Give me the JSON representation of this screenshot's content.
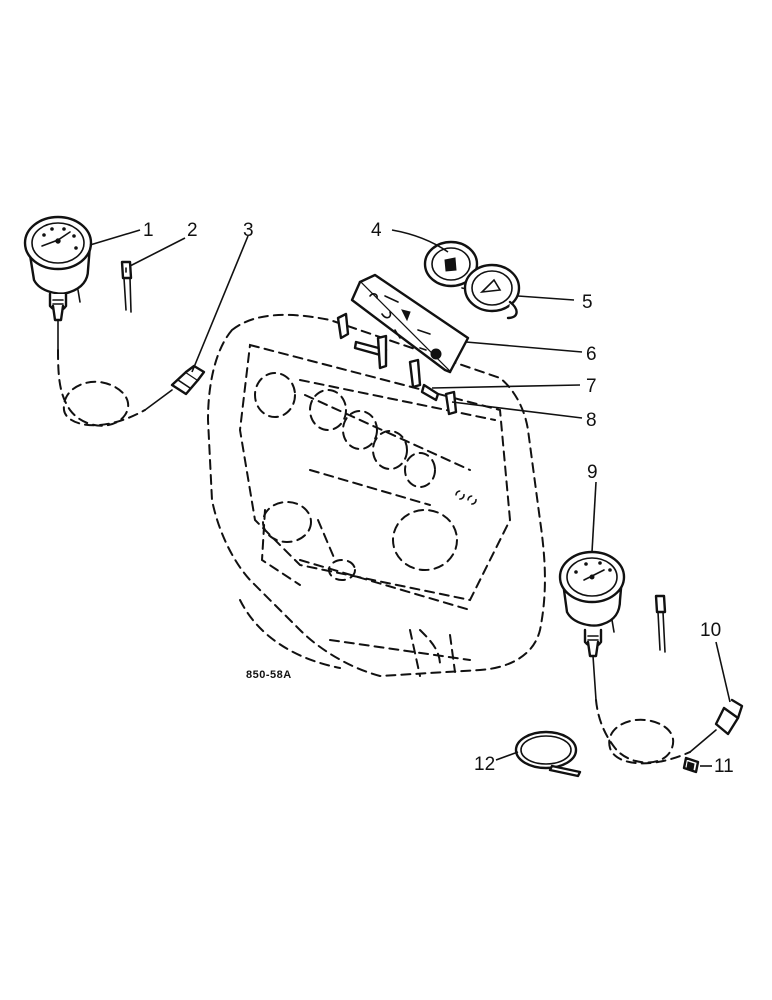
{
  "diagram": {
    "drawing_code": "850-58A",
    "callouts": [
      {
        "id": "1",
        "label": "1"
      },
      {
        "id": "2",
        "label": "2"
      },
      {
        "id": "3",
        "label": "3"
      },
      {
        "id": "4",
        "label": "4"
      },
      {
        "id": "5",
        "label": "5"
      },
      {
        "id": "6",
        "label": "6"
      },
      {
        "id": "7",
        "label": "7"
      },
      {
        "id": "8",
        "label": "8"
      },
      {
        "id": "9",
        "label": "9"
      },
      {
        "id": "10",
        "label": "10"
      },
      {
        "id": "11",
        "label": "11"
      },
      {
        "id": "12",
        "label": "12"
      }
    ]
  }
}
